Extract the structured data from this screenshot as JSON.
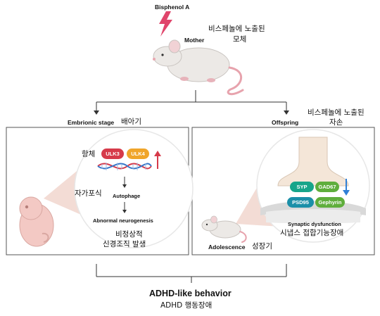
{
  "top": {
    "exposure_label": "Bisphenol A",
    "mother_label": "Mother",
    "mother_kr_line1": "비스페놀에 노출된",
    "mother_kr_line2": "모체"
  },
  "left_panel": {
    "header_en": "Embrionic stage",
    "header_kr": "배아기",
    "antibody_kr": "항체",
    "gene1": "ULK3",
    "gene2": "ULK4",
    "autophagy_kr": "자가포식",
    "step1": "Autophage",
    "step2": "Abnormal neurogenesis",
    "result_kr_line1": "비정상적",
    "result_kr_line2": "신경조직 발생"
  },
  "right_panel": {
    "header_en": "Offspring",
    "header_kr_line1": "비스페놀에 노출된",
    "header_kr_line2": "자손",
    "protein1": "SYP",
    "protein2": "GAD67",
    "protein3": "PSD95",
    "protein4": "Gephyrin",
    "dysfunction_en": "Synaptic dysfunction",
    "dysfunction_kr": "시냅스 접합기능장애",
    "stage_en": "Adolescence",
    "stage_kr": "성장기"
  },
  "bottom": {
    "result_en": "ADHD-like behavior",
    "result_kr": "ADHD 행동장애"
  },
  "colors": {
    "lightning": "#e0456b",
    "ulk3": "#d63a4a",
    "ulk4": "#f0a52a",
    "up_arrow": "#d63a4a",
    "syp": "#17a58a",
    "gad67": "#5fae3c",
    "psd95": "#1b8fa8",
    "gephyrin": "#5fae3c",
    "down_arrow": "#2f7fd6",
    "panel_border": "#555555"
  },
  "icons": [
    "lightning-icon",
    "mouse-mother-icon",
    "embryo-icon",
    "dna-icon",
    "synapse-icon",
    "mouse-adolescent-icon"
  ]
}
